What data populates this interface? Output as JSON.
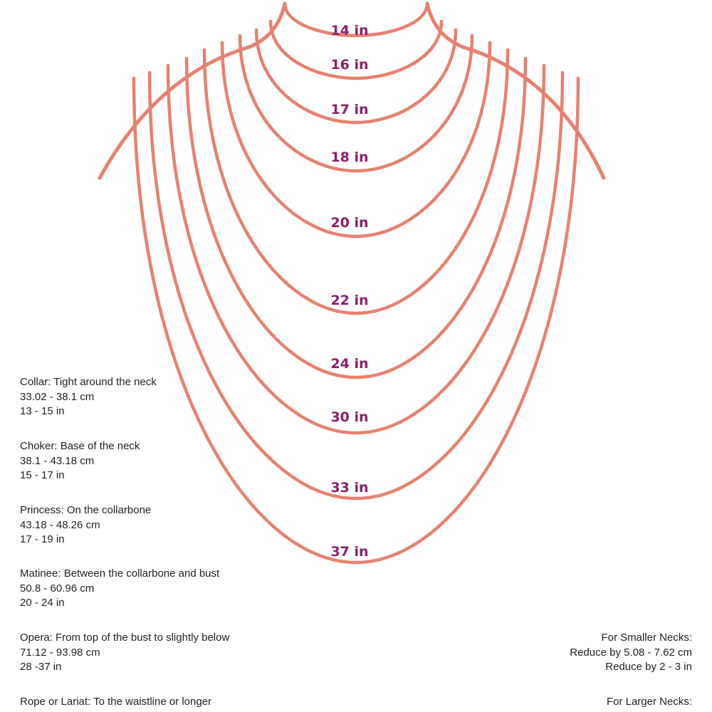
{
  "colors": {
    "necklace": "#E8806F",
    "label": "#8E1E6A",
    "text": "#222222"
  },
  "lengths": [
    "14 in",
    "16 in",
    "17 in",
    "18 in",
    "20 in",
    "22 in",
    "24 in",
    "30 in",
    "33 in",
    "37 in"
  ],
  "styles": [
    {
      "title": "Collar: Tight around the neck",
      "cm": "33.02 - 38.1 cm",
      "inches": "13 - 15 in"
    },
    {
      "title": "Choker: Base of the neck",
      "cm": "38.1 - 43.18 cm",
      "inches": "15 - 17 in"
    },
    {
      "title": "Princess: On the collarbone",
      "cm": "43.18 - 48.26 cm",
      "inches": "17 - 19 in"
    },
    {
      "title": "Matinee: Between the collarbone and bust",
      "cm": "50.8 - 60.96 cm",
      "inches": "20 - 24 in"
    },
    {
      "title": "Opera: From top of the bust to slightly below",
      "cm": "71.12 - 93.98 cm",
      "inches": "28 -37 in"
    },
    {
      "title": "Rope or Lariat: To the waistline or longer"
    }
  ],
  "smaller_necks": {
    "title": "For Smaller Necks:",
    "cm": "Reduce by 5.08 - 7.62 cm",
    "inches": "Reduce by 2 - 3 in"
  },
  "larger_necks": {
    "title": "For Larger Necks:"
  }
}
